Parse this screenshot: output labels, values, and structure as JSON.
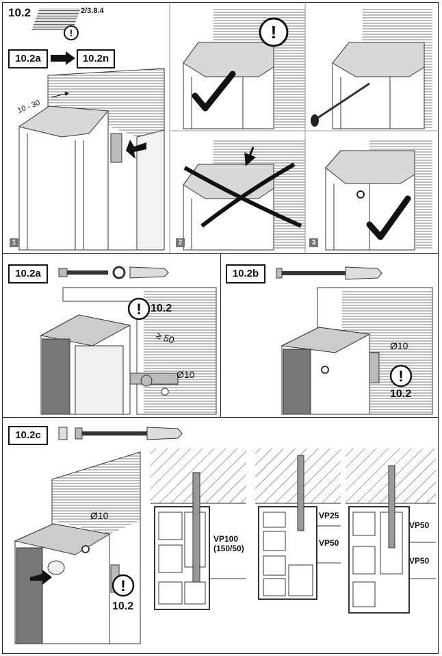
{
  "step": {
    "number": "10.2",
    "ref": "2/3.8.4",
    "range_from": "10.2a",
    "range_to": "10.2n"
  },
  "panel1": {
    "dim": "10 - 30",
    "badge": "1"
  },
  "panel2": {
    "badge": "2"
  },
  "panel3": {
    "badge": "3"
  },
  "section_a": {
    "label": "10.2a",
    "ref": "10.2",
    "dist": "≥ 50",
    "dia": "Ø10"
  },
  "section_b": {
    "label": "10.2b",
    "dia": "Ø10",
    "ref": "10.2"
  },
  "section_c": {
    "label": "10.2c",
    "dia": "Ø10",
    "ref": "10.2",
    "profiles": [
      {
        "labels": [
          "VP100",
          "(150/50)"
        ]
      },
      {
        "labels": [
          "VP25",
          "VP50"
        ]
      },
      {
        "labels": [
          "VP50",
          "VP50"
        ]
      }
    ]
  }
}
